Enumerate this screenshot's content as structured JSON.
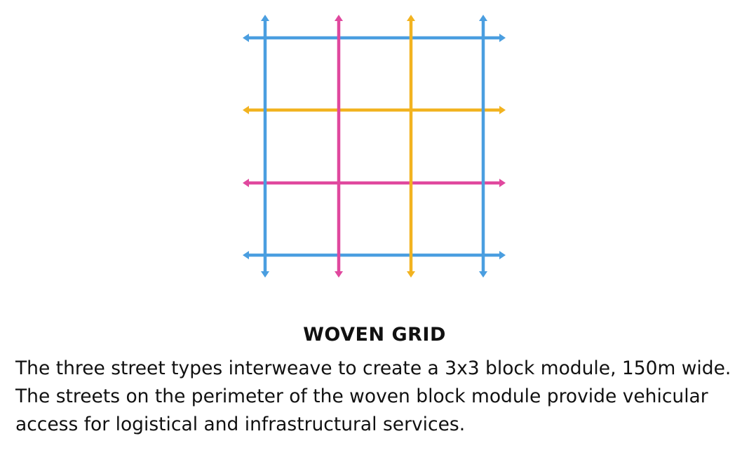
{
  "diagram": {
    "colors": {
      "perimeter_street": "#4a9ee0",
      "pink_street": "#e0489e",
      "yellow_street": "#f2b320"
    },
    "vertical_streets": [
      {
        "name": "vertical-street-1",
        "color_key": "perimeter_street"
      },
      {
        "name": "vertical-street-2",
        "color_key": "pink_street"
      },
      {
        "name": "vertical-street-3",
        "color_key": "yellow_street"
      },
      {
        "name": "vertical-street-4",
        "color_key": "perimeter_street"
      }
    ],
    "horizontal_streets": [
      {
        "name": "horizontal-street-1",
        "color_key": "perimeter_street"
      },
      {
        "name": "horizontal-street-2",
        "color_key": "yellow_street"
      },
      {
        "name": "horizontal-street-3",
        "color_key": "pink_street"
      },
      {
        "name": "horizontal-street-4",
        "color_key": "perimeter_street"
      }
    ]
  },
  "title": "WOVEN GRID",
  "caption": "The three street types interweave to create a 3x3 block module, 150m wide. The streets on the perimeter of the woven block module provide vehicular access for logistical and infrastructural services."
}
